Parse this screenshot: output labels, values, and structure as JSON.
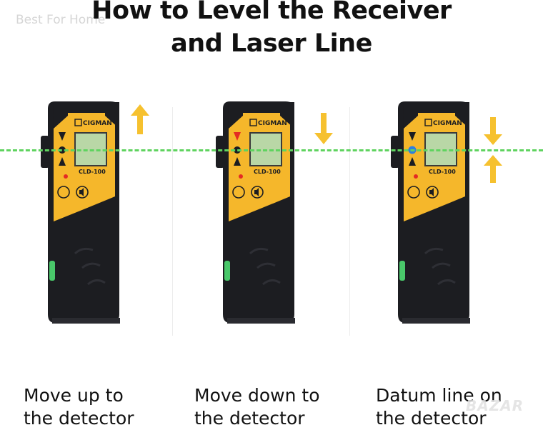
{
  "header": {
    "title_line1": "How to Level the Receiver",
    "title_line2": "and Laser Line"
  },
  "watermarks": {
    "top_left": "Best For Home",
    "bottom_right": "BAZAR"
  },
  "colors": {
    "laser": "#5fd35f",
    "device_yellow": "#f5b72b",
    "device_black": "#1c1d21",
    "arrow_yellow": "#f6c12f",
    "led_blue": "#2d7fe0",
    "led_red": "#e42b23"
  },
  "device": {
    "brand": "CIGMAN",
    "model": "CLD-100"
  },
  "steps": [
    {
      "line1": "Move up to",
      "line2": "the detector",
      "arrow": "up-arrow-icon"
    },
    {
      "line1": "Move down to",
      "line2": "the detector",
      "arrow": "down-arrow-icon"
    },
    {
      "line1": "Datum line on",
      "line2": "the detector",
      "arrow": "converging-arrows-icon"
    }
  ]
}
